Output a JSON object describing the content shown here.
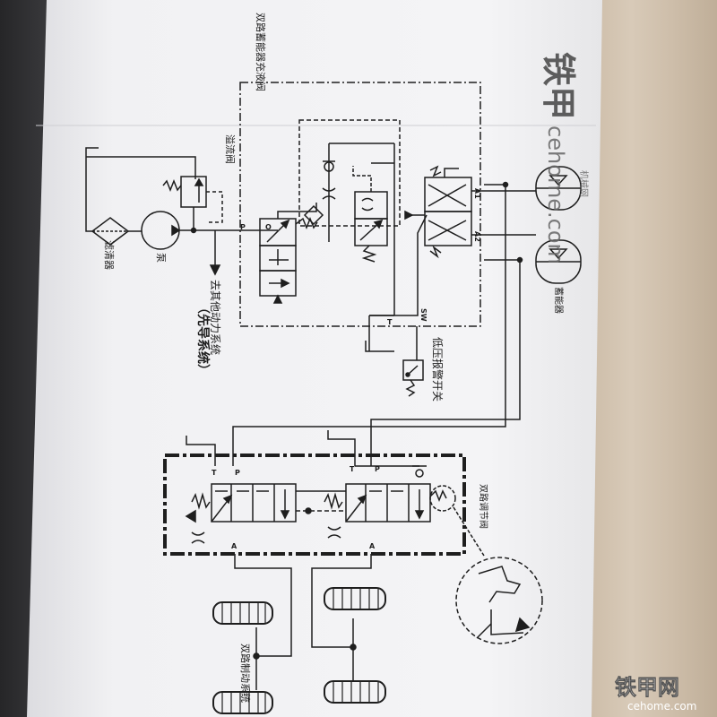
{
  "watermark": {
    "brand_cn": "铁甲",
    "brand_latin": "cehome.com",
    "brand_suffix": "机械网",
    "corner_cn": "铁甲网",
    "corner_latin": "cehome.com"
  },
  "labels": {
    "charging_valve": "双路蓄能器充液阀",
    "relief_valve": "溢流阀",
    "filter": "滤清器",
    "pump": "泵",
    "to_other_system": "去其他动力系统",
    "pilot_system": "（先导系统）",
    "accumulator": "蓄能器",
    "low_pressure_switch": "低压报警开关",
    "brake_valve": "双路调节阀",
    "brake_system": "双路制动系统",
    "port_p": "P",
    "port_o": "O",
    "port_t": "T",
    "port_a1": "A1",
    "port_a2": "A2",
    "port_sw": "SW",
    "port_a": "A"
  },
  "colors": {
    "ink": "#1e1e1e",
    "paper": "#f2f2f4"
  }
}
